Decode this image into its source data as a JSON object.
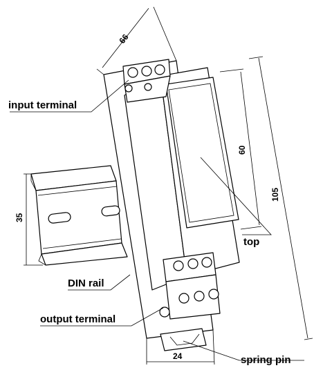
{
  "labels": {
    "input_terminal": "input terminal",
    "din_rail": "DIN rail",
    "output_terminal": "output terminal",
    "top": "top",
    "spring_pin": "spring pin"
  },
  "dimensions": {
    "depth": "66",
    "top_height": "60",
    "total_height": "105",
    "rail_height": "35",
    "width": "24"
  }
}
